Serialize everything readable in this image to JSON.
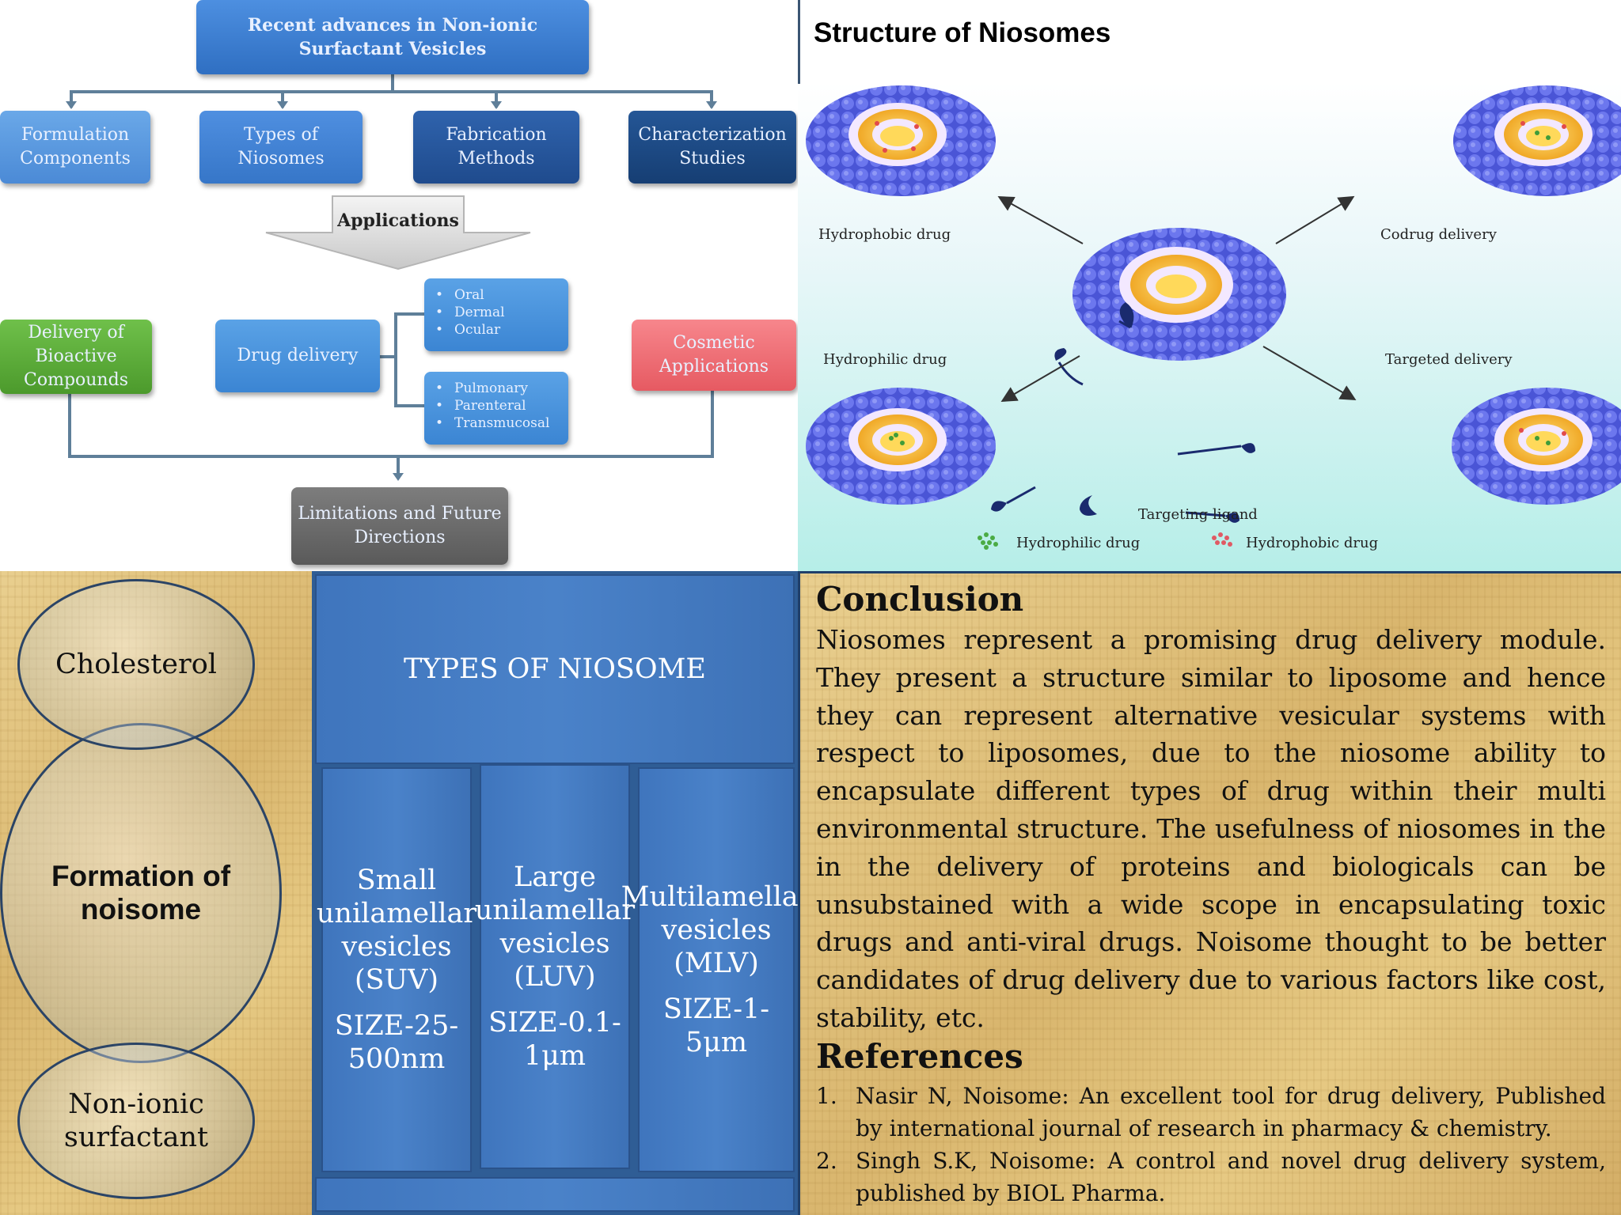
{
  "flowchart": {
    "top_box": "Recent advances in Non-ionic Surfactant Vesicles",
    "categories": [
      "Formulation Components",
      "Types of Niosomes",
      "Fabrication Methods",
      "Characterization Studies"
    ],
    "applications_label": "Applications",
    "delivery_bioactive": "Delivery of Bioactive Compounds",
    "drug_delivery": "Drug delivery",
    "routes_group1": [
      "Oral",
      "Dermal",
      "Ocular"
    ],
    "routes_group2": [
      "Pulmonary",
      "Parenteral",
      "Transmucosal"
    ],
    "cosmetic": "Cosmetic Applications",
    "limitations": "Limitations and Future Directions"
  },
  "structure": {
    "title": "Structure of Niosomes",
    "labels": {
      "hydrophobic": "Hydrophobic drug",
      "codrug": "Codrug delivery",
      "hydrophilic": "Hydrophilic drug",
      "targeted": "Targeted delivery"
    },
    "legend": {
      "ligand": "Targeting ligand",
      "hydrophilic": "Hydrophilic drug",
      "hydrophobic": "Hydrophobic drug"
    }
  },
  "formation": {
    "top": "Cholesterol",
    "middle": "Formation of noisome",
    "bottom": "Non-ionic surfactant"
  },
  "types": {
    "title": "TYPES OF NIOSOME",
    "columns": [
      {
        "name": "Small unilamellar vesicles (SUV)",
        "size": "SIZE-25-500nm"
      },
      {
        "name": "Large unilamellar vesicles (LUV)",
        "size": "SIZE-0.1-1μm"
      },
      {
        "name": "Multilamellar vesicles (MLV)",
        "size": "SIZE-1-5μm"
      }
    ]
  },
  "conclusion": {
    "heading": "Conclusion",
    "body": "Niosomes represent a promising drug delivery module. They present a structure similar to liposome and hence they can represent alternative vesicular systems with respect to liposomes, due to the niosome ability to encapsulate different types of drug within their multi environmental structure. The usefulness of niosomes in the in the delivery of proteins and biologicals can be unsubstained with a wide scope in encapsulating toxic drugs and anti-viral drugs. Noisome thought to be better candidates of drug delivery due to various factors like cost, stability, etc.",
    "references_heading": "References",
    "references": [
      "Nasir N, Noisome: An excellent tool for drug delivery, Published by international journal of research in pharmacy & chemistry.",
      "Singh S.K, Noisome: A control and novel drug delivery system, published by BIOL Pharma."
    ]
  },
  "colors": {
    "box_blue": "#3b7fd0",
    "box_dark": "#1f4f8f",
    "box_green": "#5ca33a",
    "box_red": "#f06b72",
    "box_grey": "#6b6b6b",
    "vesicle": "#4f5be0",
    "core": "#f2b632"
  }
}
